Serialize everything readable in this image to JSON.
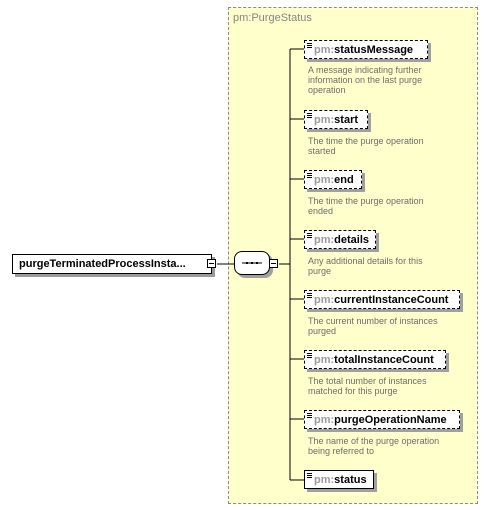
{
  "type": {
    "title": "pm:PurgeStatus"
  },
  "root": {
    "label": "purgeTerminatedProcessInsta..."
  },
  "children": [
    {
      "prefix": "pm:",
      "name": "statusMessage",
      "desc_line1": "A message indicating further",
      "desc_line2": "information on the last purge",
      "desc_line3": "operation"
    },
    {
      "prefix": "pm:",
      "name": "start",
      "desc_line1": "The time the purge operation",
      "desc_line2": "started"
    },
    {
      "prefix": "pm:",
      "name": "end",
      "desc_line1": "The time the purge operation",
      "desc_line2": "ended"
    },
    {
      "prefix": "pm:",
      "name": "details",
      "desc_line1": "Any additional details for this",
      "desc_line2": "purge"
    },
    {
      "prefix": "pm:",
      "name": "currentInstanceCount",
      "desc_line1": "The current number of instances",
      "desc_line2": "purged"
    },
    {
      "prefix": "pm:",
      "name": "totalInstanceCount",
      "desc_line1": "The total number of instances",
      "desc_line2": "matched for this purge"
    },
    {
      "prefix": "pm:",
      "name": "purgeOperationName",
      "desc_line1": "The name of the purge operation",
      "desc_line2": "being referred to"
    },
    {
      "prefix": "pm:",
      "name": "status"
    }
  ]
}
